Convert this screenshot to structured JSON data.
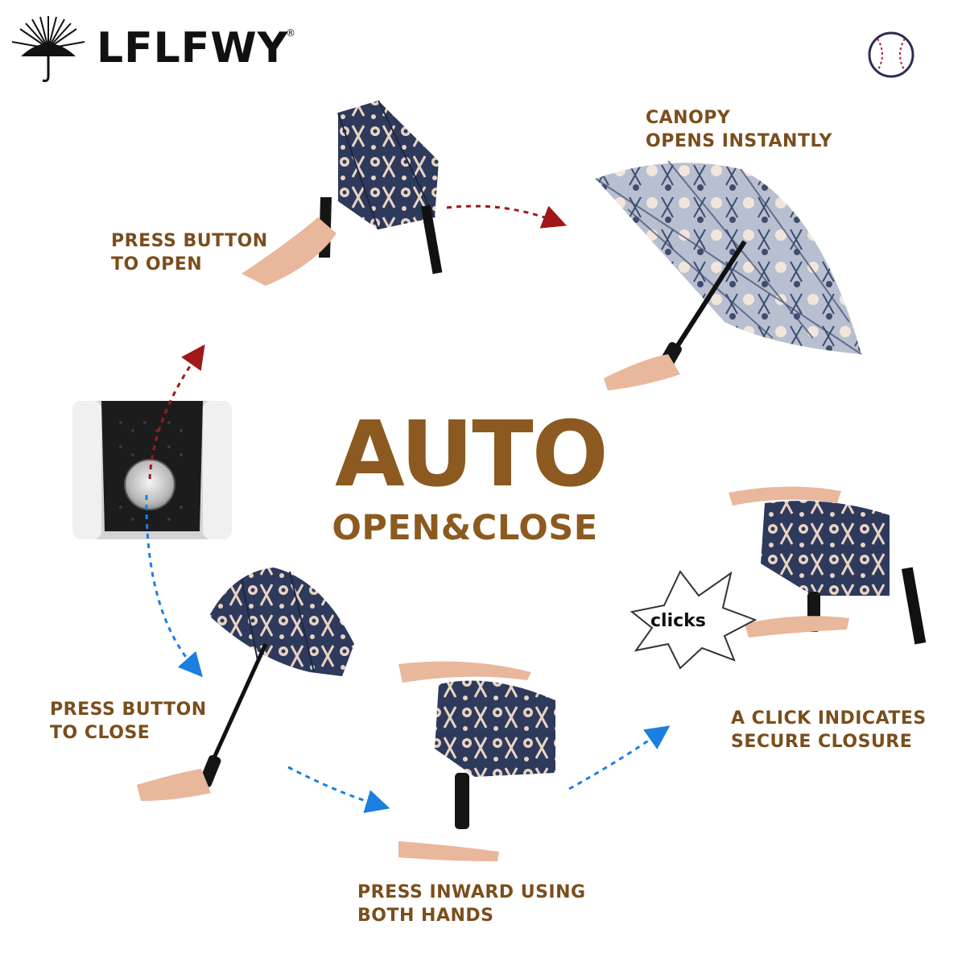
{
  "brand": {
    "name": "LFLFWY",
    "registered": "®",
    "logo_text": "LFLFWY"
  },
  "title": {
    "main": "AUTO",
    "sub": "OPEN&CLOSE"
  },
  "steps": {
    "press_open": [
      "PRESS BUTTON",
      "TO OPEN"
    ],
    "canopy_open": [
      "CANOPY",
      "OPENS INSTANTLY"
    ],
    "press_close": [
      "PRESS BUTTON",
      "TO CLOSE"
    ],
    "press_inward": [
      "PRESS INWARD USING",
      "BOTH HANDS"
    ],
    "click_secure": [
      "A CLICK INDICATES",
      "SECURE CLOSURE"
    ]
  },
  "clicks_label": "clicks",
  "colors": {
    "caption": "#7a4e1c",
    "title": "#8c5a20",
    "arrow_red": "#a01818",
    "arrow_blue": "#1a7fe0",
    "canopy_navy": "#2d3a5c",
    "canopy_pattern": "#e9d3c2"
  },
  "icons": [
    "umbrella-sun-logo-icon",
    "baseball-icon",
    "starburst-icon"
  ]
}
